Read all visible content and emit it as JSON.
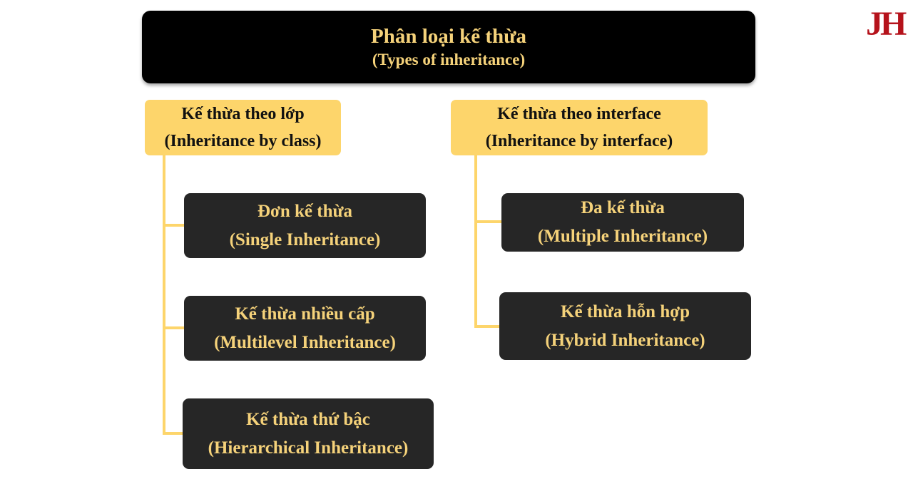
{
  "logo": "JH",
  "root": {
    "title": "Phân loại kế thừa",
    "subtitle": "(Types of inheritance)"
  },
  "categories": [
    {
      "title": "Kế thừa theo lớp",
      "subtitle": "(Inheritance by class)",
      "children": [
        {
          "title": "Đơn kế thừa",
          "subtitle": "(Single Inheritance)"
        },
        {
          "title": "Kế thừa nhiều cấp",
          "subtitle": "(Multilevel Inheritance)"
        },
        {
          "title": "Kế thừa thứ bậc",
          "subtitle": "(Hierarchical Inheritance)"
        }
      ]
    },
    {
      "title": "Kế thừa theo interface",
      "subtitle": "(Inheritance by interface)",
      "children": [
        {
          "title": "Đa kế thừa",
          "subtitle": "(Multiple Inheritance)"
        },
        {
          "title": "Kế thừa hỗn hợp",
          "subtitle": "(Hybrid Inheritance)"
        }
      ]
    }
  ],
  "colors": {
    "root_bg": "#000000",
    "category_bg": "#fdd56b",
    "leaf_bg": "#262626",
    "accent_text": "#f5d27a",
    "connector": "#fdd56b",
    "logo": "#b5121b"
  }
}
